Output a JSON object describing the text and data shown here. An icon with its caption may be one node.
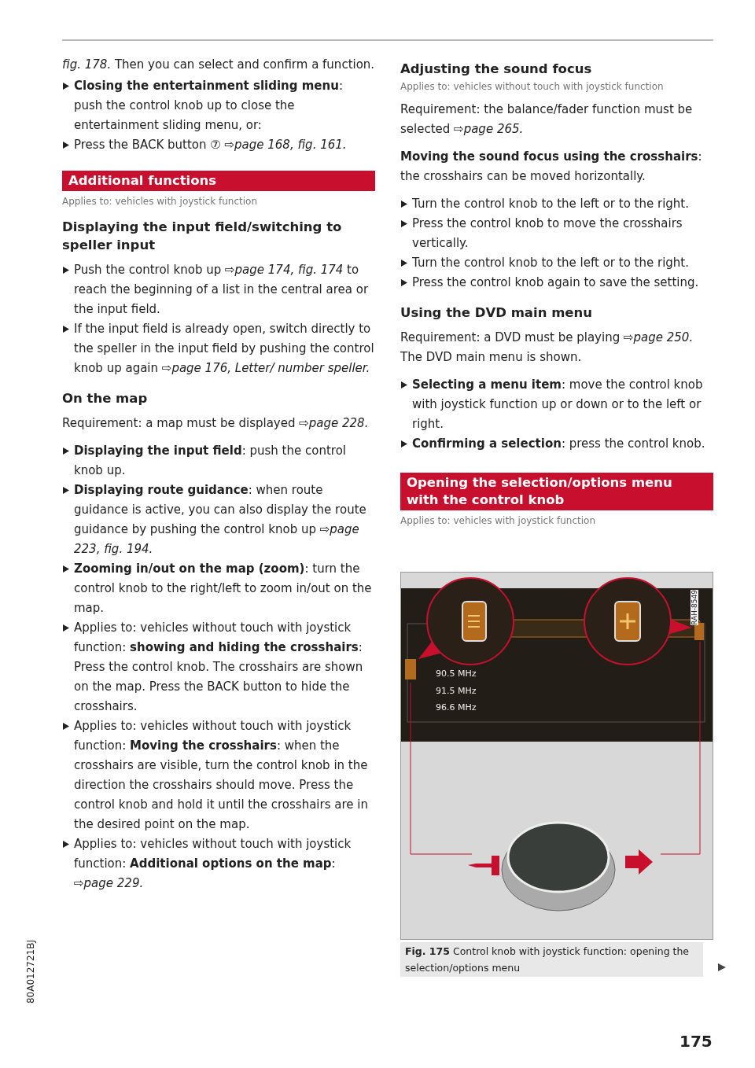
{
  "diagram": {
    "caption": "**Fig. 175** Control knob with joystick function: opening the selection/options menu",
    "labels": [
      "*fig. 178.* Then you can select and confirm a function.",
      "**Closing the entertainment sliding menu**: push the control knob up to close the entertainment sliding menu, or:",
      "Press the BACK button ⑦ ⇨*page 168, fig. 161.*",
      "Additional functions",
      "Applies to: vehicles with joystick function",
      "Displaying the input field/switching to speller input",
      "Push the control knob up ⇨*page 174, fig. 174* to reach the beginning of a list in the central area or the input field.",
      "If the input field is already open, switch directly to the speller in the input field by pushing the control knob up again ⇨*page 176, Letter/ number speller.*",
      "On the map",
      "Requirement: a map must be displayed ⇨*page 228.*",
      "**Displaying the input field**: push the control knob up.",
      "**Displaying route guidance**: when route guidance is active, you can also display the route guidance by pushing the control knob up ⇨*page 223, fig. 194.*",
      "**Zooming in/out on the map (zoom)**: turn the control knob to the right/left to zoom in/out on the map.",
      "Applies to: vehicles without touch with joystick function: **showing and hiding the crosshairs**: Press the control knob. The crosshairs are shown on the map. Press the BACK button to hide the crosshairs.",
      "Applies to: vehicles without touch with joystick function: **Moving the crosshairs**: when the crosshairs are visible, turn the control knob in the direction the crosshairs should move. Press the control knob and hold it until the crosshairs are in the desired point on the map.",
      "Applies to: vehicles without touch with joystick function: **Additional options on the map**: ⇨*page 229.*",
      "Adjusting the sound focus",
      "Applies to: vehicles without touch with joystick function",
      "Requirement: the balance/fader function must be selected ⇨*page 265.*",
      "**Moving the sound focus using the crosshairs**: the crosshairs can be moved horizontally.",
      "Turn the control knob to the left or to the right.",
      "Press the control knob to move the crosshairs vertically.",
      "Turn the control knob to the left or to the right.",
      "Press the control knob again to save the setting.",
      "Using the DVD main menu",
      "Requirement: a DVD must be playing ⇨*page 250.* The DVD main menu is shown.",
      "**Selecting a menu item**: move the control knob with joystick function up or down or to the left or right.",
      "**Confirming a selection**: press the control knob.",
      "Opening the selection/options menu with the control knob",
      "Applies to: vehicles with joystick function",
      "90.5 MHz",
      "91.5 MHz",
      "96.6 MHz",
      "RAH-8549",
      "175",
      "80A012721BJ"
    ]
  }
}
